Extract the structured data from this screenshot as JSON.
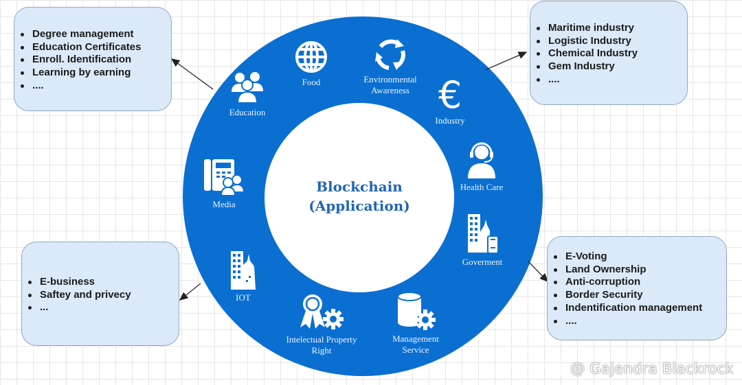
{
  "diagram": {
    "center_title_line1": "Blockchain",
    "center_title_line2": "(Application)",
    "colors": {
      "ring": "#0a6fd1",
      "center_text": "#2166b3",
      "box_fill": "#dbe9f8",
      "box_border": "#8ea6c2"
    },
    "applications": [
      {
        "label": "Education",
        "icon": "people-group-icon"
      },
      {
        "label": "Food",
        "icon": "globe-icon"
      },
      {
        "label_line1": "Environmental",
        "label_line2": "Awareness",
        "icon": "recycle-icon"
      },
      {
        "label": "Industry",
        "icon": "euro-icon"
      },
      {
        "label": "Health Care",
        "icon": "headset-person-icon"
      },
      {
        "label": "Goverment",
        "icon": "city-buildings-icon"
      },
      {
        "label_line1": "Management",
        "label_line2": "Service",
        "icon": "database-gear-icon"
      },
      {
        "label_line1": "Intelectual Property",
        "label_line2": "Right",
        "icon": "award-gear-icon"
      },
      {
        "label": "IOT",
        "icon": "buildings-icon"
      },
      {
        "label": "Media",
        "icon": "phone-people-icon"
      }
    ],
    "boxes": {
      "education": [
        "Degree management",
        "Education Certificates",
        "Enroll. Identification",
        "Learning by earning",
        "...."
      ],
      "industry": [
        "Maritime industry",
        "Logistic Industry",
        "Chemical Industry",
        "Gem Industry",
        "...."
      ],
      "iot": [
        "E-business",
        "Saftey and privecy",
        "..."
      ],
      "government": [
        "E-Voting",
        "Land Ownership",
        "Anti-corruption",
        "Border Security",
        "Indentification management",
        "...."
      ]
    }
  },
  "watermark": "@ Gajendra Blackrock"
}
